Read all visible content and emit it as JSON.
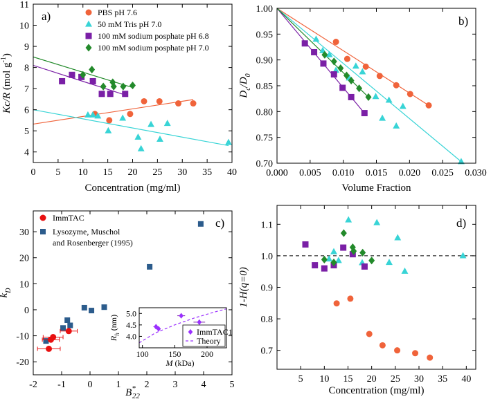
{
  "colors": {
    "pbs": "#f0633a",
    "tris": "#38d4d6",
    "sp68": "#7a1fa6",
    "sp70": "#238a2b",
    "immtac": "#e81010",
    "lysozyme": "#2c5c8c",
    "theory": "#9b30ff"
  },
  "chart_data": [
    {
      "panel": "a)",
      "type": "scatter",
      "xlabel": "Concentration (mg/ml)",
      "ylabel": [
        "Kc/R",
        " (mol g",
        "-1",
        ")"
      ],
      "xlim": [
        0,
        40
      ],
      "ylim": [
        3.5,
        11
      ],
      "xticks": [
        0,
        5,
        10,
        15,
        20,
        25,
        30,
        35,
        40
      ],
      "yticks": [
        4,
        5,
        6,
        7,
        8,
        9,
        10,
        11
      ],
      "legend_position": "top-center",
      "series": [
        {
          "key": "pbs",
          "name": "PBS pH 7.6",
          "marker": "circle",
          "points": [
            [
              12.4,
              5.8
            ],
            [
              15.3,
              5.5
            ],
            [
              19.5,
              5.8
            ],
            [
              22.3,
              6.4
            ],
            [
              25.4,
              6.4
            ],
            [
              29.2,
              6.3
            ],
            [
              32.2,
              6.3
            ]
          ],
          "fit": [
            [
              0,
              5.32
            ],
            [
              32.2,
              6.48
            ]
          ]
        },
        {
          "key": "tris",
          "name": "50 mM Tris pH 7.0",
          "marker": "triangle",
          "points": [
            [
              11.0,
              5.75
            ],
            [
              12.0,
              5.75
            ],
            [
              13.0,
              5.7
            ],
            [
              15.1,
              5.0
            ],
            [
              18.0,
              5.6
            ],
            [
              21.1,
              4.7
            ],
            [
              21.7,
              4.15
            ],
            [
              23.7,
              5.3
            ],
            [
              25.5,
              4.6
            ],
            [
              27.0,
              5.35
            ],
            [
              39.3,
              4.45
            ]
          ],
          "fit": [
            [
              0,
              6.0
            ],
            [
              39.3,
              4.3
            ]
          ]
        },
        {
          "key": "sp68",
          "name": "100 mM sodium posphate pH 6.8",
          "marker": "square",
          "points": [
            [
              5.8,
              7.35
            ],
            [
              7.8,
              7.65
            ],
            [
              9.7,
              7.55
            ],
            [
              12.0,
              7.35
            ],
            [
              13.8,
              6.75
            ],
            [
              15.5,
              6.75
            ],
            [
              18.5,
              6.75
            ]
          ],
          "fit": [
            [
              0,
              8.1
            ],
            [
              18.5,
              6.7
            ]
          ]
        },
        {
          "key": "sp70",
          "name": "100 mM sodium posphate pH 7.0",
          "marker": "diamond",
          "points": [
            [
              10.0,
              7.65
            ],
            [
              11.8,
              7.9
            ],
            [
              14.1,
              7.1
            ],
            [
              16.0,
              7.3
            ],
            [
              16.2,
              7.1
            ],
            [
              18.1,
              7.1
            ],
            [
              20.0,
              7.15
            ]
          ],
          "fit": [
            [
              0,
              8.5
            ],
            [
              20.0,
              7.05
            ]
          ]
        }
      ]
    },
    {
      "panel": "b)",
      "type": "scatter",
      "xlabel": "Volume Fraction",
      "ylabel": [
        "D",
        "c",
        "/D",
        "0"
      ],
      "xlim": [
        0,
        0.03
      ],
      "ylim": [
        0.7,
        1.0
      ],
      "xticks": [
        "0.000",
        "0.005",
        "0.010",
        "0.015",
        "0.020",
        "0.025",
        "0.030"
      ],
      "yticks": [
        "0.70",
        "0.75",
        "0.80",
        "0.85",
        "0.90",
        "0.95",
        "1.00"
      ],
      "series": [
        {
          "key": "pbs",
          "marker": "circle",
          "points": [
            [
              0.0089,
              0.935
            ],
            [
              0.0106,
              0.902
            ],
            [
              0.0134,
              0.887
            ],
            [
              0.0155,
              0.869
            ],
            [
              0.018,
              0.851
            ],
            [
              0.0201,
              0.834
            ],
            [
              0.0229,
              0.812
            ]
          ],
          "fit": [
            [
              0,
              1.0
            ],
            [
              0.0229,
              0.812
            ]
          ]
        },
        {
          "key": "tris",
          "marker": "triangle",
          "points": [
            [
              0.0059,
              0.94
            ],
            [
              0.0069,
              0.918
            ],
            [
              0.0079,
              0.91
            ],
            [
              0.0089,
              0.88
            ],
            [
              0.0109,
              0.865
            ],
            [
              0.0119,
              0.888
            ],
            [
              0.0129,
              0.877
            ],
            [
              0.0149,
              0.829
            ],
            [
              0.0159,
              0.787
            ],
            [
              0.0169,
              0.822
            ],
            [
              0.018,
              0.772
            ],
            [
              0.019,
              0.81
            ],
            [
              0.0278,
              0.703
            ]
          ],
          "fit": [
            [
              0,
              1.0
            ],
            [
              0.0278,
              0.703
            ]
          ]
        },
        {
          "key": "sp68",
          "marker": "square",
          "points": [
            [
              0.0042,
              0.932
            ],
            [
              0.0056,
              0.915
            ],
            [
              0.007,
              0.893
            ],
            [
              0.0086,
              0.872
            ],
            [
              0.0099,
              0.846
            ],
            [
              0.0112,
              0.828
            ],
            [
              0.0132,
              0.797
            ]
          ],
          "fit": [
            [
              0,
              1.0
            ],
            [
              0.0132,
              0.797
            ]
          ]
        },
        {
          "key": "sp70",
          "marker": "diamond",
          "points": [
            [
              0.0072,
              0.91
            ],
            [
              0.0086,
              0.897
            ],
            [
              0.0096,
              0.884
            ],
            [
              0.0105,
              0.87
            ],
            [
              0.0112,
              0.86
            ],
            [
              0.0124,
              0.845
            ],
            [
              0.0138,
              0.828
            ]
          ],
          "fit": [
            [
              0,
              1.0
            ],
            [
              0.0138,
              0.828
            ]
          ]
        }
      ]
    },
    {
      "panel": "c)",
      "type": "scatter",
      "xlabel": [
        "B",
        "*",
        "22"
      ],
      "ylabel": [
        "k",
        "D"
      ],
      "xlim": [
        -2,
        5
      ],
      "ylim": [
        -25,
        38
      ],
      "xticks": [
        -2,
        -1,
        0,
        1,
        2,
        3,
        4,
        5
      ],
      "yticks": [
        -20,
        -10,
        0,
        10,
        20,
        30
      ],
      "legend_position": "top-left",
      "series": [
        {
          "key": "immtac",
          "name": "ImmTAC",
          "marker": "circle",
          "points": [
            [
              -1.45,
              -15.0
            ],
            [
              -1.38,
              -11.5
            ],
            [
              -1.3,
              -10.5
            ],
            [
              -0.75,
              -8.2
            ]
          ],
          "xerr": [
            0.4,
            0.3,
            0.35,
            0.3
          ]
        },
        {
          "key": "lysozyme",
          "name": [
            "Lysozyme, Muschol",
            "and Rosenberger (1995)"
          ],
          "marker": "square",
          "points": [
            [
              -1.55,
              -12.0
            ],
            [
              -0.95,
              -7.0
            ],
            [
              -0.8,
              -4.0
            ],
            [
              -0.7,
              -6.0
            ],
            [
              -0.2,
              0.8
            ],
            [
              0.05,
              -0.3
            ],
            [
              0.5,
              1.0
            ],
            [
              2.1,
              16.5
            ],
            [
              3.9,
              33.0
            ]
          ]
        }
      ],
      "inset": {
        "type": "scatter",
        "xlabel": [
          "M",
          " (kDa)"
        ],
        "ylabel": [
          "R",
          "h",
          " (nm)"
        ],
        "xlim": [
          95,
          230
        ],
        "ylim": [
          3.5,
          5.25
        ],
        "xticks": [
          100,
          150,
          200
        ],
        "yticks": [
          "4.0",
          "4.5",
          "5.0"
        ],
        "legend_position": "bottom-right",
        "series": [
          {
            "key": "sp68",
            "name": "ImmTAC1",
            "marker": "diamond",
            "points": [
              [
                121,
                4.42
              ],
              [
                125,
                4.33
              ],
              [
                160,
                4.9
              ],
              [
                188,
                4.62
              ]
            ],
            "xerr": [
              4,
              3,
              6,
              9
            ],
            "yerr": [
              0.05,
              0.05,
              0.08,
              0.06
            ]
          },
          {
            "key": "theory",
            "name": "Theory",
            "line": "dashed",
            "points": [
              [
                95,
                3.72
              ],
              [
                120,
                4.15
              ],
              [
                150,
                4.5
              ],
              [
                180,
                4.8
              ],
              [
                210,
                5.05
              ],
              [
                230,
                5.2
              ]
            ]
          }
        ]
      }
    },
    {
      "panel": "d)",
      "type": "scatter",
      "xlabel": "Concentration (mg/ml)",
      "ylabel": "1-H(q=0)",
      "xlim": [
        0,
        42
      ],
      "ylim": [
        0.64,
        1.16
      ],
      "xticks": [
        5,
        10,
        15,
        20,
        25,
        30,
        35,
        40
      ],
      "yticks": [
        "0.7",
        "0.8",
        "0.9",
        "1.0",
        "1.1"
      ],
      "reference_line": 1.0,
      "series": [
        {
          "key": "pbs",
          "marker": "circle",
          "points": [
            [
              12.6,
              0.849
            ],
            [
              15.5,
              0.864
            ],
            [
              19.5,
              0.752
            ],
            [
              22.3,
              0.716
            ],
            [
              25.4,
              0.7
            ],
            [
              29.2,
              0.691
            ],
            [
              32.3,
              0.677
            ]
          ]
        },
        {
          "key": "tris",
          "marker": "triangle",
          "points": [
            [
              11.0,
              0.99
            ],
            [
              12.0,
              1.013
            ],
            [
              13.0,
              0.985
            ],
            [
              15.1,
              1.114
            ],
            [
              18.0,
              0.978
            ],
            [
              21.1,
              1.105
            ],
            [
              23.7,
              0.979
            ],
            [
              25.5,
              1.057
            ],
            [
              27.0,
              0.951
            ],
            [
              39.3,
              1.0
            ]
          ]
        },
        {
          "key": "sp68",
          "marker": "square",
          "points": [
            [
              6.0,
              1.036
            ],
            [
              8.0,
              0.97
            ],
            [
              10.0,
              0.96
            ],
            [
              12.0,
              0.97
            ],
            [
              14.0,
              1.026
            ],
            [
              16.0,
              1.005
            ],
            [
              18.5,
              0.966
            ]
          ]
        },
        {
          "key": "sp70",
          "marker": "diamond",
          "points": [
            [
              10.0,
              0.988
            ],
            [
              12.0,
              0.979
            ],
            [
              14.1,
              1.072
            ],
            [
              16.0,
              1.027
            ],
            [
              16.2,
              1.015
            ],
            [
              18.1,
              1.01
            ],
            [
              20.0,
              0.985
            ]
          ]
        }
      ]
    }
  ]
}
